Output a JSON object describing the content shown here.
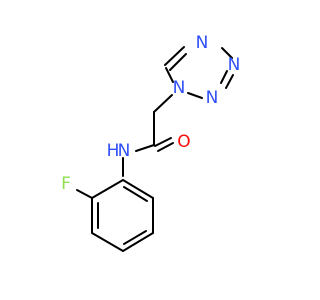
{
  "molecule": {
    "atoms": {
      "n_tetrazole_1": {
        "symbol": "N",
        "color": "#3050f8"
      },
      "n_tetrazole_2": {
        "symbol": "N",
        "color": "#3050f8"
      },
      "n_tetrazole_3": {
        "symbol": "N",
        "color": "#3050f8"
      },
      "n_tetrazole_4": {
        "symbol": "N",
        "color": "#3050f8"
      },
      "o_carbonyl": {
        "symbol": "O",
        "color": "#ff0d0d"
      },
      "n_amide": {
        "symbol": "N",
        "color": "#3050f8"
      },
      "h_amide": {
        "symbol": "H",
        "color": "#3050f8"
      },
      "f_fluoro": {
        "symbol": "F",
        "color": "#90e050"
      }
    },
    "bond_color": "#000000"
  }
}
